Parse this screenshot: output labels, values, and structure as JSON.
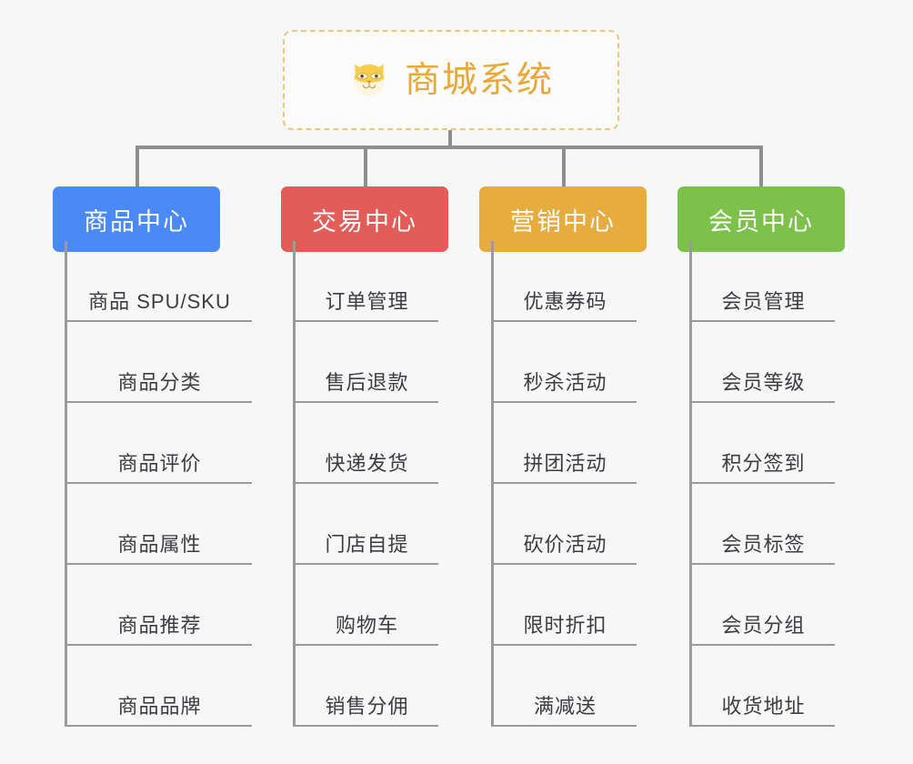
{
  "root": {
    "title": "商城系统",
    "icon": "shiba-dog-face-icon",
    "border_color": "#eec678",
    "text_color": "#e8a93a"
  },
  "connector_color": "#8e8e8e",
  "background_color": "#f7f7f7",
  "columns": [
    {
      "label": "商品中心",
      "color": "#4a8af4",
      "items": [
        "商品 SPU/SKU",
        "商品分类",
        "商品评价",
        "商品属性",
        "商品推荐",
        "商品品牌"
      ]
    },
    {
      "label": "交易中心",
      "color": "#e25c58",
      "items": [
        "订单管理",
        "售后退款",
        "快递发货",
        "门店自提",
        "购物车",
        "销售分佣"
      ]
    },
    {
      "label": "营销中心",
      "color": "#e8ab3e",
      "items": [
        "优惠券码",
        "秒杀活动",
        "拼团活动",
        "砍价活动",
        "限时折扣",
        "满减送"
      ]
    },
    {
      "label": "会员中心",
      "color": "#7cc24a",
      "items": [
        "会员管理",
        "会员等级",
        "积分签到",
        "会员标签",
        "会员分组",
        "收货地址"
      ]
    }
  ]
}
